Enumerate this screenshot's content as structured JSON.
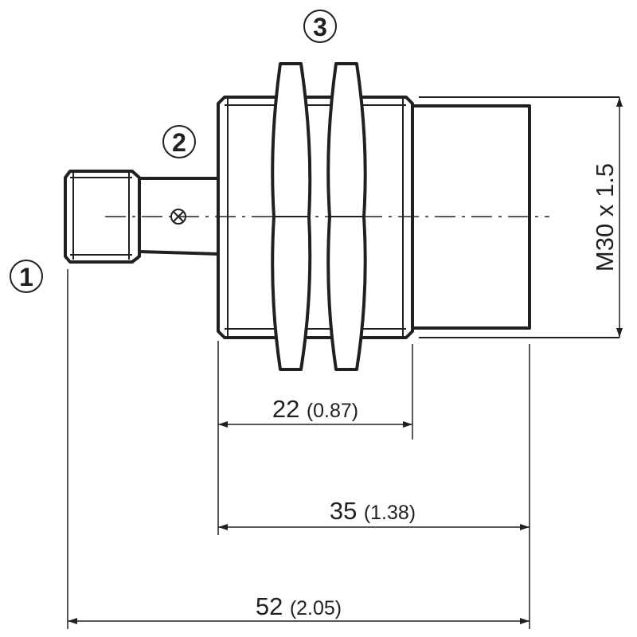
{
  "callouts": [
    "1",
    "2",
    "3"
  ],
  "dimensions": {
    "d22": {
      "mm": "22",
      "inch": "(0.87)"
    },
    "d35": {
      "mm": "35",
      "inch": "(1.38)"
    },
    "d52": {
      "mm": "52",
      "inch": "(2.05)"
    },
    "thread": "M30 x 1.5"
  },
  "colors": {
    "line": "#231f20",
    "background": "#ffffff"
  }
}
